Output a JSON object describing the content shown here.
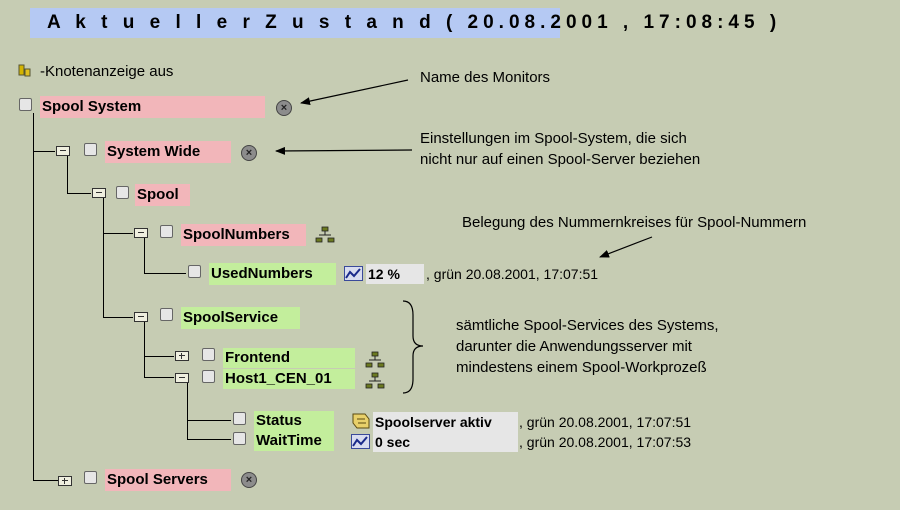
{
  "title": "A k t u e l l e r   Z u s t a n d ( 20.08.2001 , 17:08:45 )",
  "legend": {
    "icon": "node-display-icon",
    "text": "-Knotenanzeige aus"
  },
  "nodes": {
    "spool_system": "Spool System",
    "system_wide": "System Wide",
    "spool": "Spool",
    "spool_numbers": "SpoolNumbers",
    "used_numbers": "UsedNumbers",
    "spool_service": "SpoolService",
    "frontend": "Frontend",
    "host1": "Host1_CEN_01",
    "status": "Status",
    "wait_time": "WaitTime",
    "spool_servers": "Spool Servers"
  },
  "values": {
    "used_numbers": {
      "value": "12 %",
      "status": ", grün 20.08.2001, 17:07:51"
    },
    "status": {
      "value": "Spoolserver aktiv",
      "status": ", grün 20.08.2001, 17:07:51"
    },
    "wait_time": {
      "value": "0 sec",
      "status": ", grün 20.08.2001, 17:07:53"
    }
  },
  "annotations": {
    "monitor_name": "Name des Monitors",
    "settings_line1": "Einstellungen im Spool-System, die sich",
    "settings_line2": "nicht nur auf einen Spool-Server beziehen",
    "number_range": "Belegung des Nummernkreises für Spool-Nummern",
    "services_line1": "sämtliche Spool-Services des Systems,",
    "services_line2": "darunter die Anwendungsserver mit",
    "services_line3": "mindestens einem Spool-Workprozeß"
  },
  "colors": {
    "background": "#c6ccb3",
    "title_bar": "#b5c9f3",
    "red_node": "#f2b6ba",
    "green_node": "#c3ee9c"
  }
}
